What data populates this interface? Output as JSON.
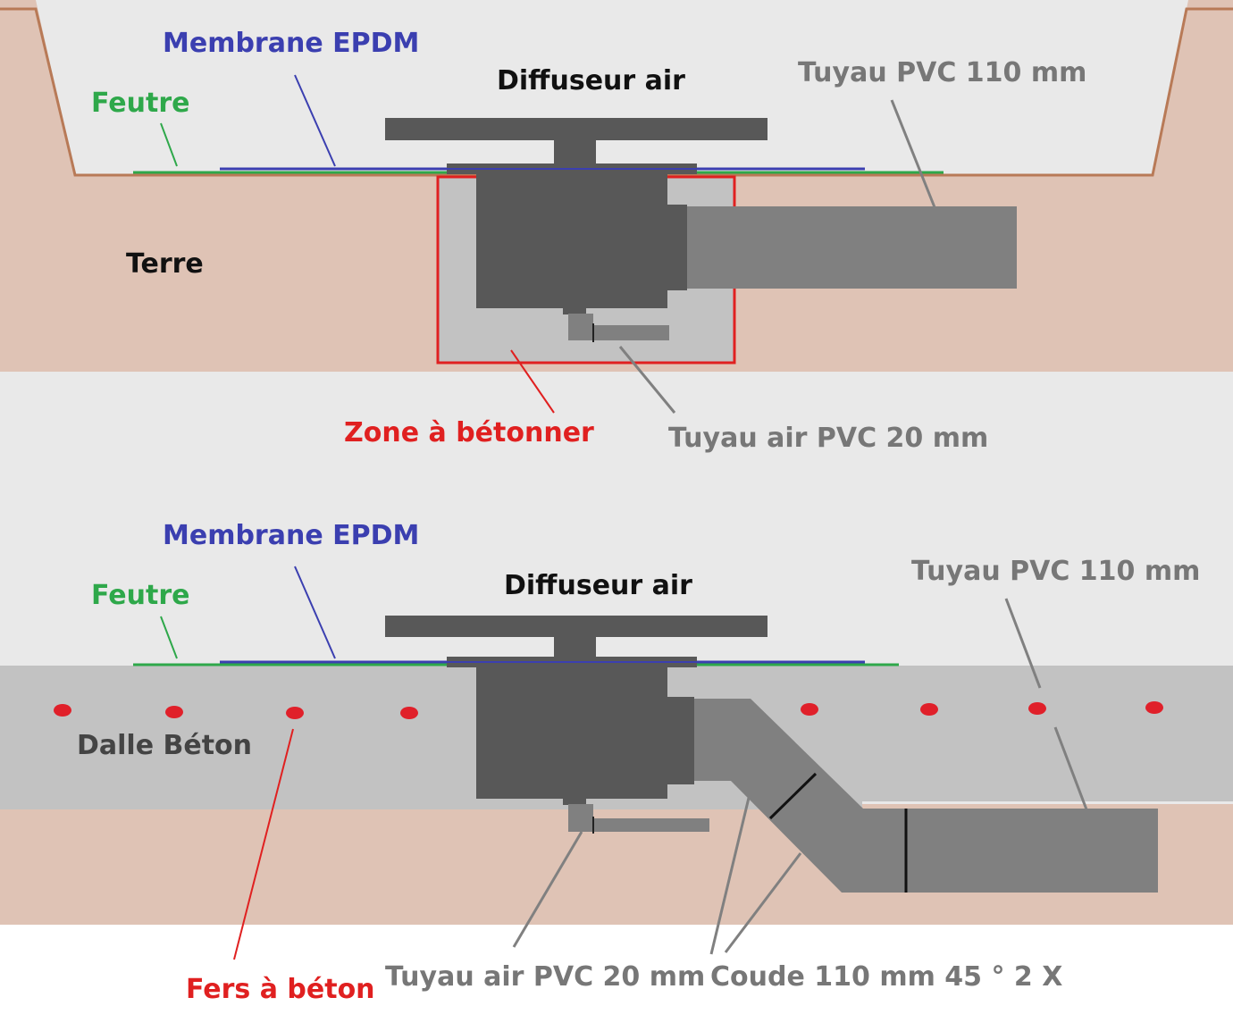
{
  "colors": {
    "background_top": "#e9e9e9",
    "background_bottom": "#ffffff",
    "soil": "#dfc3b5",
    "pond_outline": "#b87a57",
    "felt": "#2ea84a",
    "membrane": "#3b3fb0",
    "concrete": "#c2c2c2",
    "concrete_zone": "#e02020",
    "rebar": "#e0202a",
    "diffuser": "#585858",
    "pipe": "#808080",
    "text_dark": "#111111",
    "text_grey": "#777777",
    "text_label_grey": "#444444"
  },
  "top_section": {
    "membrane_label": "Membrane EPDM",
    "felt_label": "Feutre",
    "diffuser_label": "Diffuseur air",
    "pvc_pipe_label": "Tuyau PVC 110 mm",
    "soil_label": "Terre",
    "concrete_zone_label": "Zone à bétonner",
    "air_pipe_label": "Tuyau air PVC 20 mm"
  },
  "bottom_section": {
    "membrane_label": "Membrane EPDM",
    "felt_label": "Feutre",
    "diffuser_label": "Diffuseur air",
    "pvc_pipe_label": "Tuyau PVC 110 mm",
    "slab_label": "Dalle Béton",
    "rebar_label": "Fers à béton",
    "air_pipe_label": "Tuyau air PVC 20 mm",
    "elbow_label": "Coude 110 mm 45 °  2 X"
  }
}
